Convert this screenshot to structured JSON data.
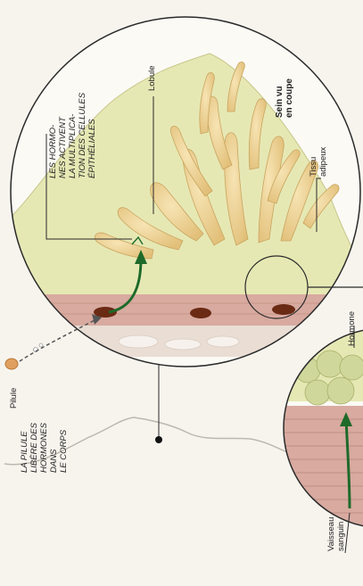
{
  "labels": {
    "pill": "Pilule",
    "pill_text": [
      "LA PILULE",
      "LIBÈRE DES",
      "HORMONES",
      "DANS",
      "LE CORPS"
    ],
    "hormones_text": [
      "LES HORMO-",
      "NES ACTIVENT",
      "LA MULTIPLICA-",
      "TION DES CELLULES",
      "ÉPITHÉLIALES"
    ],
    "lobule": "Lobule",
    "breast_section": [
      "Sein vu",
      "en coupe"
    ],
    "adipose": [
      "Tissu",
      "adipeux"
    ],
    "hormone": "Hormone",
    "vessel": [
      "Vaisseau",
      "sanguin"
    ]
  },
  "colors": {
    "background": "#f7f4ee",
    "adipose_tissue": "#e6e8b4",
    "lobule": "#ecd394",
    "skin": "#d8aaa0",
    "vessel": "#6a2a14",
    "arrow": "#1e6a2a"
  }
}
